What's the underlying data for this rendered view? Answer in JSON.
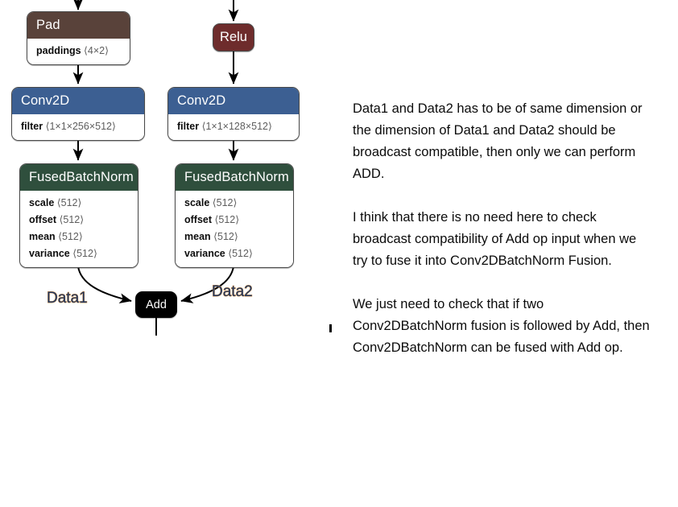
{
  "graph": {
    "nodes": [
      {
        "id": "pad",
        "title": "Pad",
        "header_color": "#59423a",
        "attrs": [
          {
            "key": "paddings",
            "value": "⟨4×2⟩"
          }
        ]
      },
      {
        "id": "relu",
        "title": "Relu",
        "header_color": "#6e2c2c",
        "attrs": []
      },
      {
        "id": "conv2d-left",
        "title": "Conv2D",
        "header_color": "#3c5f92",
        "attrs": [
          {
            "key": "filter",
            "value": "⟨1×1×256×512⟩"
          }
        ]
      },
      {
        "id": "conv2d-right",
        "title": "Conv2D",
        "header_color": "#3c5f92",
        "attrs": [
          {
            "key": "filter",
            "value": "⟨1×1×128×512⟩"
          }
        ]
      },
      {
        "id": "fusedbatchnorm-left",
        "title": "FusedBatchNorm",
        "header_color": "#2f4f3d",
        "attrs": [
          {
            "key": "scale",
            "value": "⟨512⟩"
          },
          {
            "key": "offset",
            "value": "⟨512⟩"
          },
          {
            "key": "mean",
            "value": "⟨512⟩"
          },
          {
            "key": "variance",
            "value": "⟨512⟩"
          }
        ]
      },
      {
        "id": "fusedbatchnorm-right",
        "title": "FusedBatchNorm",
        "header_color": "#2f4f3d",
        "attrs": [
          {
            "key": "scale",
            "value": "⟨512⟩"
          },
          {
            "key": "offset",
            "value": "⟨512⟩"
          },
          {
            "key": "mean",
            "value": "⟨512⟩"
          },
          {
            "key": "variance",
            "value": "⟨512⟩"
          }
        ]
      },
      {
        "id": "add",
        "title": "Add",
        "header_color": "#000000",
        "attrs": []
      }
    ],
    "edge_labels": [
      {
        "id": "data1",
        "text": "Data1"
      },
      {
        "id": "data2",
        "text": "Data2"
      }
    ],
    "colors": {
      "pad": "#59423a",
      "relu": "#6e2c2c",
      "conv2d": "#3c5f92",
      "fusedbatchnorm": "#2f4f3d",
      "add": "#000000",
      "edge": "#000000",
      "edge_label_fill": "#1f3864",
      "edge_label_outline": "#d08a3a",
      "node_border": "#4a4a4a",
      "node_body": "#ffffff",
      "attr_value": "#5d5d5d"
    }
  },
  "notes": {
    "paragraphs": [
      "Data1 and Data2 has to be of same dimension or the dimension of Data1 and Data2 should be broadcast compatible, then only we can perform ADD.",
      "I think that there is no need here to check broadcast compatibility of Add op input when we try to fuse it into Conv2DBatchNorm Fusion.",
      "We just need to check that if two Conv2DBatchNorm fusion is followed by Add, then Conv2DBatchNorm can be fused with Add op."
    ]
  }
}
